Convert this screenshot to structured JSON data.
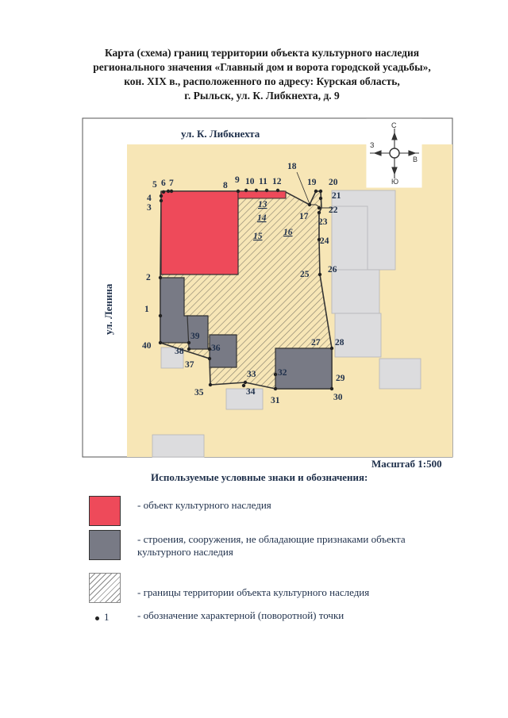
{
  "document": {
    "title_lines": [
      "Карта (схема) границ территории объекта культурного наследия",
      "регионального значения «Главный дом и ворота городской усадьбы»,",
      "кон. XIX в., расположенного по адресу: Курская область,",
      "г. Рыльск, ул. К. Либкнехта, д. 9"
    ]
  },
  "map": {
    "street_top": "ул. К. Либкнехта",
    "street_left": "ул. Ленина",
    "compass": {
      "north": "С",
      "south": "Ю",
      "west": "З",
      "east": "В"
    },
    "point_labels": [
      "1",
      "2",
      "3",
      "4",
      "5",
      "6",
      "7",
      "8",
      "9",
      "10",
      "11",
      "12",
      "13",
      "14",
      "15",
      "16",
      "17",
      "18",
      "19",
      "20",
      "21",
      "22",
      "23",
      "24",
      "25",
      "26",
      "27",
      "28",
      "29",
      "30",
      "31",
      "32",
      "33",
      "34",
      "35",
      "36",
      "37",
      "38",
      "39",
      "40"
    ],
    "scale": "Масштаб 1:500"
  },
  "legend": {
    "title": "Используемые условные знаки и обозначения:",
    "items": [
      {
        "swatch": "heritage",
        "text": "- объект культурного наследия",
        "color": "#ee4a5a"
      },
      {
        "swatch": "building",
        "text_lines": [
          "- строения, сооружения, не обладающие признаками объекта",
          "культурного наследия"
        ],
        "color": "#787a85"
      },
      {
        "swatch": "hatch",
        "text": "- границы территории объекта культурного наследия"
      },
      {
        "swatch": "dot",
        "symbol": "1",
        "text": "- обозначение характерной (поворотной) точки"
      }
    ]
  },
  "colors": {
    "background_zone": "#f7e6b6",
    "light_building": "#dcdcde",
    "boundary": "#333333"
  }
}
